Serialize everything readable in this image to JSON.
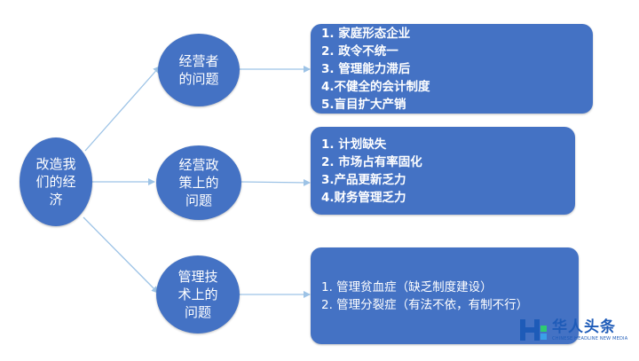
{
  "root": {
    "label": "改造我\n们的经\n济"
  },
  "branches": [
    {
      "label": "经营者\n的问题",
      "items": [
        "1. 家庭形态企业",
        "2. 政令不统一",
        "3. 管理能力滞后",
        "4.不健全的会计制度",
        "5.盲目扩大产销"
      ]
    },
    {
      "label": "经营政\n策上的\n问题",
      "items": [
        "1. 计划缺失",
        "2. 市场占有率固化",
        "3.产品更新乏力",
        "4.财务管理乏力"
      ]
    },
    {
      "label": "管理技\n术上的\n问题",
      "items": [
        "1. 管理贫血症（缺乏制度建设）",
        "2. 管理分裂症（有法不依，有制不行）"
      ]
    }
  ],
  "logo": {
    "name": "华人头条",
    "subtitle": "CHINESE HEADLINE NEW MEDIA"
  },
  "colors": {
    "node": "#4472c4",
    "connector": "#9dc3e6",
    "logo": "#1e5bb8"
  }
}
